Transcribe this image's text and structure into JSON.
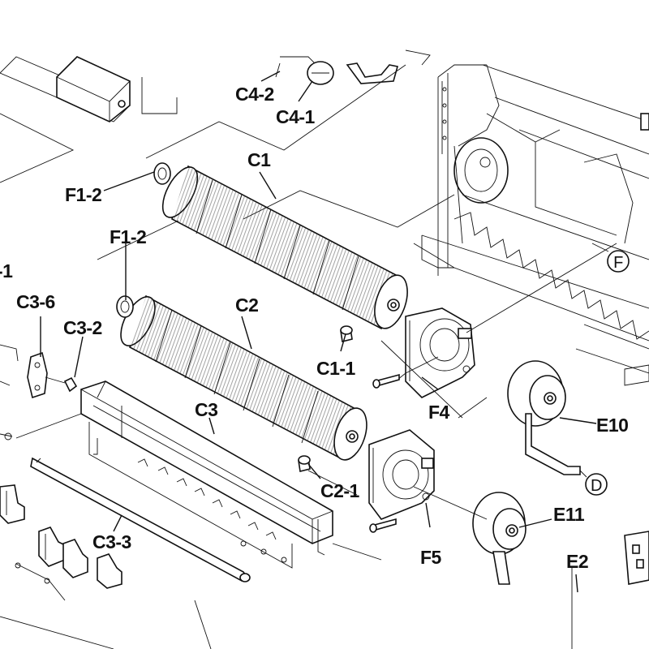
{
  "labels": {
    "c4_2": "C4-2",
    "c4_1": "C4-1",
    "c1": "C1",
    "f1_2_top": "F1-2",
    "f1_2_mid": "F1-2",
    "c2": "C2",
    "c3_6": "C3-6",
    "c3_2": "C3-2",
    "c1_1": "C1-1",
    "c3": "C3",
    "f4": "F4",
    "e10": "E10",
    "c2_1": "C2-1",
    "c3_3": "C3-3",
    "f5": "F5",
    "e11": "E11",
    "e2": "E2",
    "c3_cut": "-1",
    "circle_f": "F",
    "circle_d": "D"
  }
}
